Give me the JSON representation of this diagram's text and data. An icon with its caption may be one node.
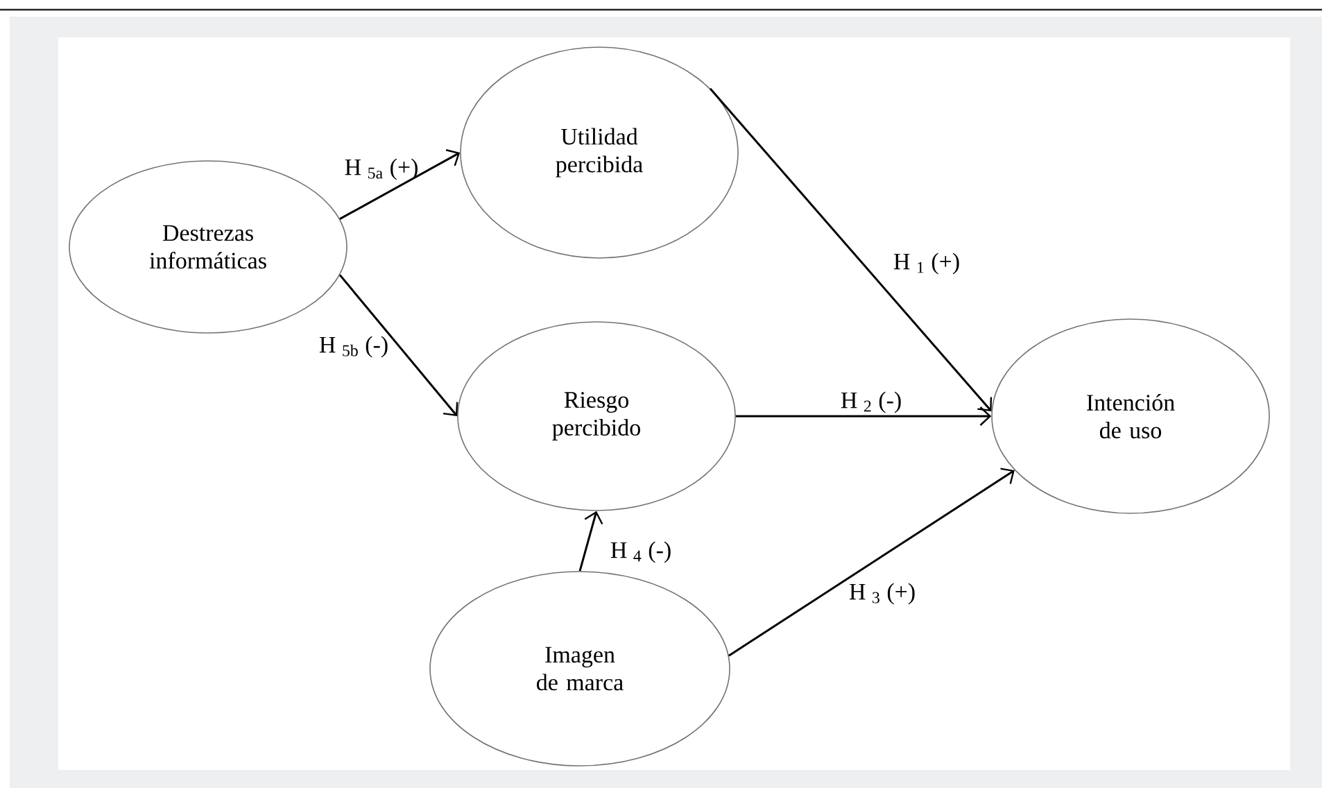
{
  "diagram": {
    "nodes": [
      {
        "text": [
          "Destrezas informáticas"
        ]
      },
      {
        "text": [
          "Utilidad percibida"
        ]
      },
      {
        "text": [
          "Riesgo percibido"
        ]
      },
      {
        "text": [
          "Imagen de marca"
        ]
      },
      {
        "text": [
          "Intención de uso"
        ]
      }
    ],
    "edges": [
      {
        "from": 0,
        "to": 1,
        "arrow": "to",
        "label": "H $_{5a}$ (+)"
      },
      {
        "from": 0,
        "to": 2,
        "arrow": "to",
        "label": "H $_{5b}$ (-)"
      },
      {
        "from": 1,
        "to": 4,
        "arrow": "to",
        "label": "H $_{1}$ (+)"
      },
      {
        "from": 2,
        "to": 4,
        "arrow": "to",
        "label": "H $_{2}$ (-)"
      },
      {
        "from": 3,
        "to": 2,
        "arrow": "to",
        "label": "H $_{4}$ (-)"
      },
      {
        "from": 3,
        "to": 4,
        "arrow": "to",
        "label": "H $_{3}$ (+)"
      }
    ]
  }
}
